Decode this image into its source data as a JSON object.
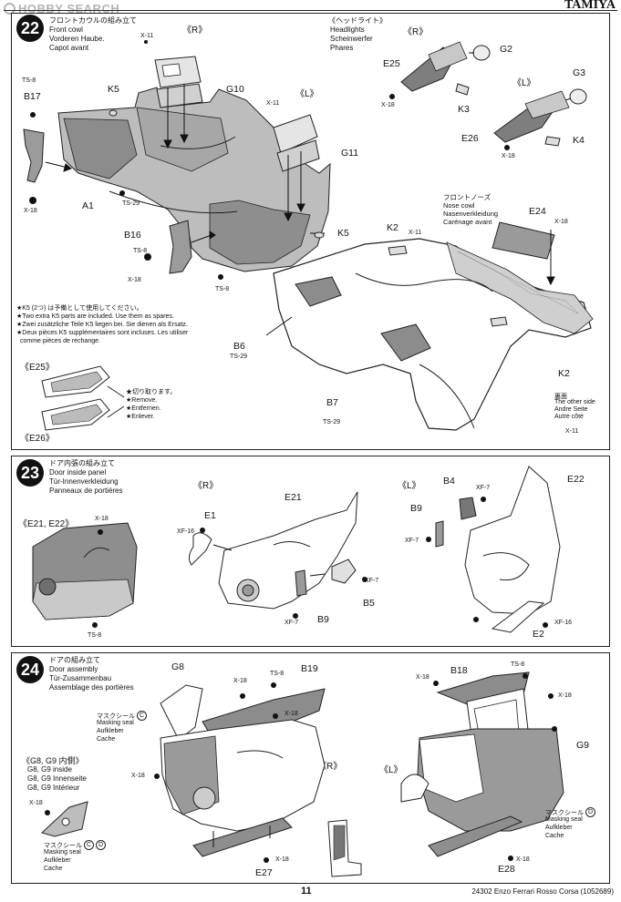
{
  "header": {
    "site": "HOBBY SEARCH",
    "brand": "TAMIYA"
  },
  "footer": {
    "page_number": "11",
    "product_line": "24302  Enzo Ferrari Rosso Corsa (1052689)"
  },
  "step22": {
    "number": "22",
    "title_jp": "フロントカウルの組み立て",
    "title_lines": [
      "Front cowl",
      "Vorderen Haube.",
      "Capot avant"
    ],
    "headlight_jp": "《ヘッドライト》",
    "headlight_lines": [
      "Headlights",
      "Scheinwerfer",
      "Phares"
    ],
    "nose_jp": "フロントノーズ",
    "nose_lines": [
      "Nose cowl",
      "Nasenverkleidung",
      "Carénage avant"
    ],
    "side_r": "《R》",
    "side_l": "《L》",
    "side_r2": "《R》",
    "side_l2": "《L》",
    "labels": {
      "x11_a": "X-11",
      "g10": "G10",
      "k5_a": "K5",
      "ts8_a": "TS-8",
      "b17": "B17",
      "x18_a": "X-18",
      "a1": "A1",
      "ts29_a": "TS-29",
      "x11_b": "X-11",
      "g11": "G11",
      "k5_b": "K5",
      "b16": "B16",
      "ts8_b": "TS-8",
      "x18_b": "X-18",
      "ts8_c": "TS-8",
      "g2": "G2",
      "e25": "E25",
      "x18_c": "X-18",
      "k3": "K3",
      "g3": "G3",
      "e26": "E26",
      "k4": "K4",
      "x18_d": "X-18",
      "k2_a": "K2",
      "x11_c": "X-11",
      "e24": "E24",
      "x18_e": "X-18",
      "b6": "B6",
      "ts29_b": "TS-29",
      "b7": "B7",
      "ts29_c": "TS-29",
      "k2_b": "K2",
      "x11_d": "X-11"
    },
    "other_side": [
      "裏面",
      "The other side",
      "Andre Seite",
      "Autre côté"
    ],
    "spares_note": [
      "★K5 (2つ) は予備として使用してください。",
      "★Two extra K5 parts are included. Use them as spares.",
      "★Zwei zusätzliche Teile K5 liegen bei. Sie dienen als Ersatz.",
      "★Deux pièces K5 supplémentaires sont incluses. Les utiliser",
      "comme pièces de rechange."
    ],
    "e25_label": "《E25》",
    "e26_label": "《E26》",
    "remove_note": [
      "★切り取ります。",
      "★Remove.",
      "★Entfernen.",
      "★Enlever."
    ]
  },
  "step23": {
    "number": "23",
    "title_jp": "ドア内張の組み立て",
    "title_lines": [
      "Door inside panel",
      "Tür-Innenverkleidung",
      "Panneaux de portières"
    ],
    "side_r": "《R》",
    "side_l": "《L》",
    "inset": "《E21, E22》",
    "labels": {
      "x18_a": "X-18",
      "ts8": "TS-8",
      "e1": "E1",
      "xf16_a": "XF-16",
      "e21": "E21",
      "xf7_a": "XF-7",
      "b5": "B5",
      "xf7_b": "XF-7",
      "b9_a": "B9",
      "b4": "B4",
      "xf7_c": "XF-7",
      "e22": "E22",
      "b9_b": "B9",
      "xf7_d": "XF-7",
      "e2": "E2",
      "xf16_b": "XF-16"
    }
  },
  "step24": {
    "number": "24",
    "title_jp": "ドアの組み立て",
    "title_lines": [
      "Door assembly",
      "Tür-Zusammenbau",
      "Assemblage des portières"
    ],
    "side_r": "《R》",
    "side_l": "《L》",
    "inside_jp": "《G8, G9 内側》",
    "inside_lines": [
      "G8, G9 inside",
      "G8, G9 Innenseite",
      "G8, G9 Intérieur"
    ],
    "mask_jp_a": "マスクシール",
    "mask_letter_a": "C",
    "mask_lines_a": [
      "Masking seal",
      "Aufkleber",
      "Cache"
    ],
    "mask_jp_b": "マスクシール",
    "mask_letters_b": [
      "C",
      "D"
    ],
    "mask_lines_b": [
      "Masking seal",
      "Aufkleber",
      "Cache"
    ],
    "mask_jp_c": "マスクシール",
    "mask_letter_c": "D",
    "mask_lines_c": [
      "Masking seal",
      "Aufkleber",
      "Cache"
    ],
    "labels": {
      "g8": "G8",
      "x18_a": "X-18",
      "ts8_a": "TS-8",
      "b19": "B19",
      "x18_b": "X-18",
      "x18_c": "X-18",
      "x18_d": "X-18",
      "e27": "E27",
      "b18": "B18",
      "ts8_b": "TS-8",
      "x18_e": "X-18",
      "x18_f": "X-18",
      "g9": "G9",
      "x18_g": "X-18",
      "e28": "E28"
    }
  },
  "colors": {
    "ink": "#111111",
    "paint_gray": "#9a9a9a",
    "panel_border": "#222222"
  }
}
